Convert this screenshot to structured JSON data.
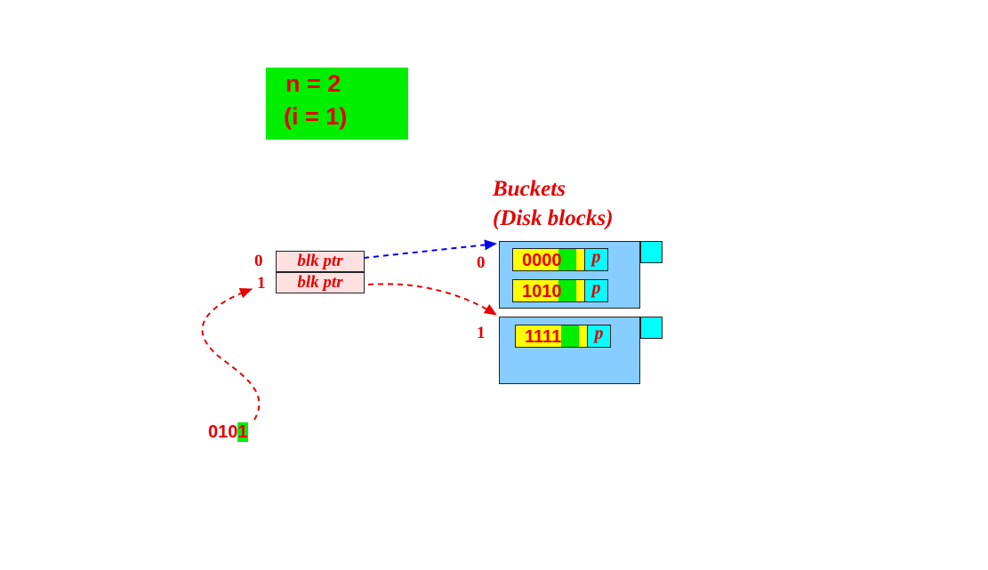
{
  "info": {
    "line1": "n = 2",
    "line2": "(i = 1)"
  },
  "buckets_title": {
    "line1": "Buckets",
    "line2": "(Disk blocks)"
  },
  "directory": [
    {
      "index": "0",
      "label": "blk ptr"
    },
    {
      "index": "1",
      "label": "blk ptr"
    }
  ],
  "buckets": [
    {
      "index": "0",
      "records": [
        {
          "key_prefix": "000",
          "key_last": "0",
          "pointer": "p"
        },
        {
          "key_prefix": "101",
          "key_last": "0",
          "pointer": "p"
        }
      ]
    },
    {
      "index": "1",
      "records": [
        {
          "key_prefix": "111",
          "key_last": "1",
          "pointer": "p"
        }
      ]
    }
  ],
  "search_key": {
    "prefix": "010",
    "last": "1"
  },
  "colors": {
    "text_red": "#e60000",
    "info_green": "#00ee00",
    "bucket_blue": "#87cdff",
    "overflow_cyan": "#00ffff",
    "record_yellow": "#ffff00",
    "dir_pink": "#ffe0e0",
    "arrow_blue": "#0000ee",
    "arrow_red": "#e60000"
  }
}
